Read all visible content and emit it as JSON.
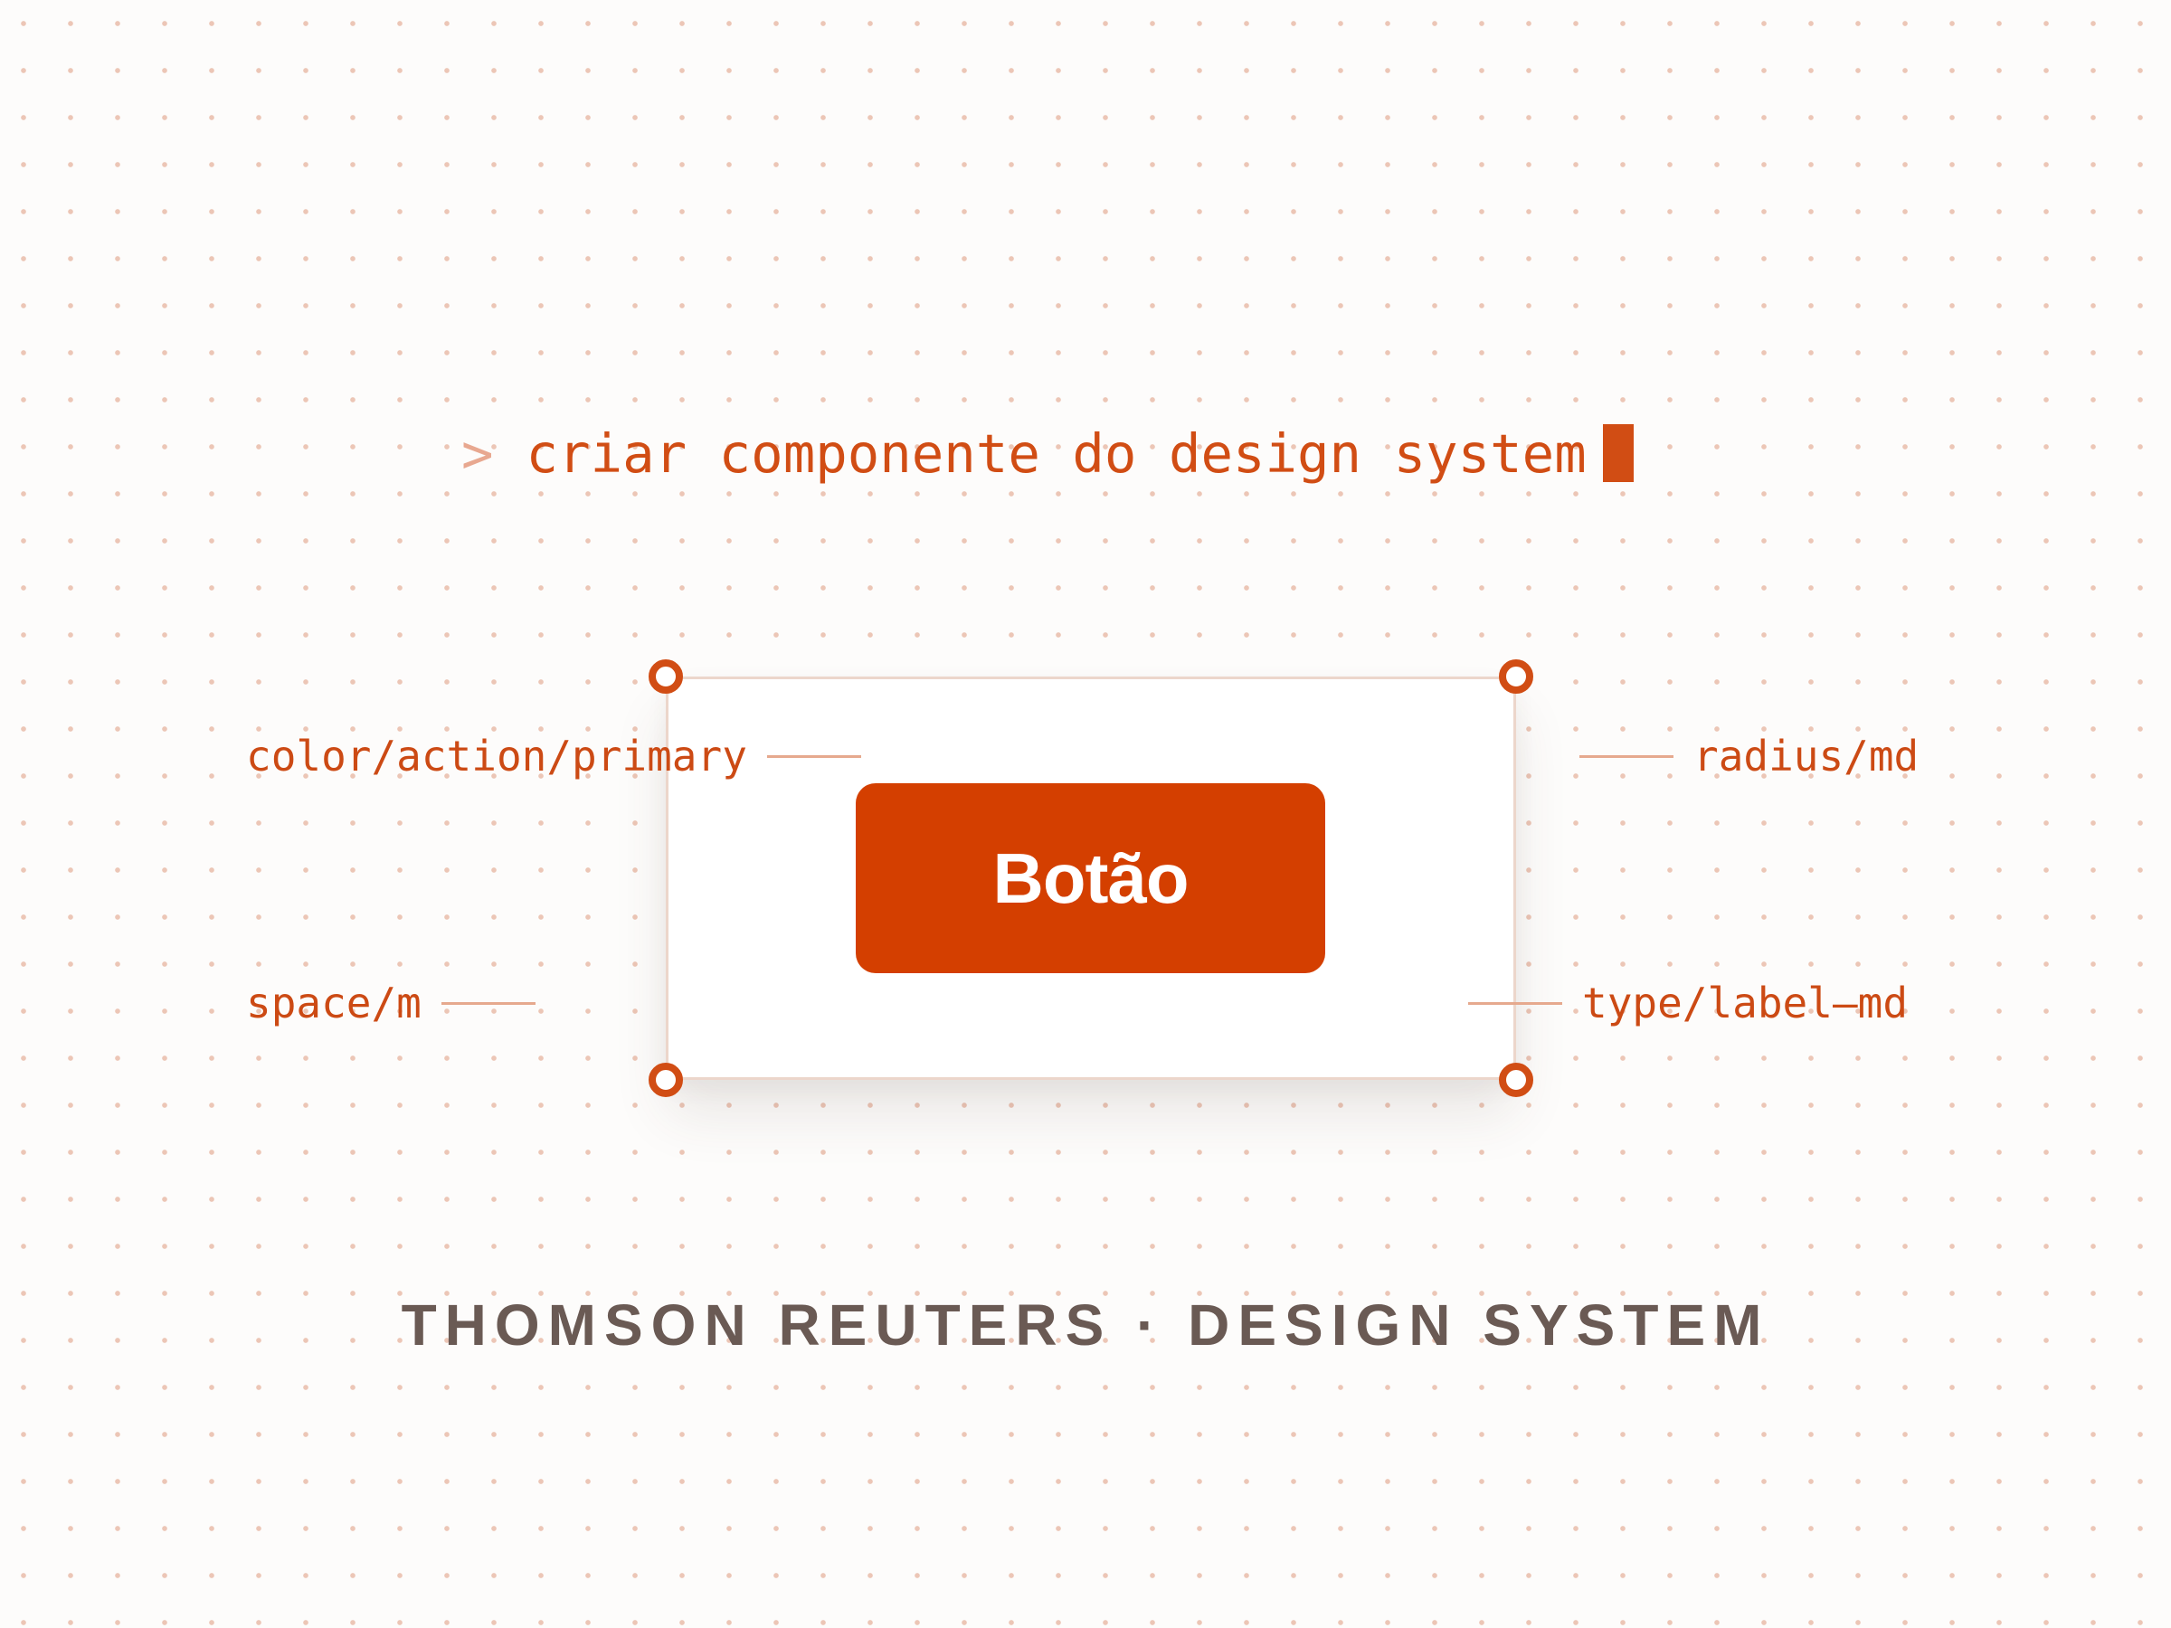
{
  "prompt": {
    "symbol": ">",
    "command": "criar componente do design system"
  },
  "component": {
    "button_label": "Botão"
  },
  "annotations": {
    "color_token": "color/action/primary",
    "space_token": "space/m",
    "radius_token": "radius/md",
    "type_token": "type/label–md"
  },
  "footer": {
    "brand": "THOMSON REUTERS · DESIGN SYSTEM"
  },
  "colors": {
    "accent": "#d43f00",
    "annotation_text": "#cc4a14",
    "footer_text": "#6a5a54",
    "background": "#fdfcfb",
    "dot_grid": "#ecc6b6"
  },
  "icons": {
    "cursor": "block-cursor-icon",
    "handles": "selection-handle-icon"
  }
}
